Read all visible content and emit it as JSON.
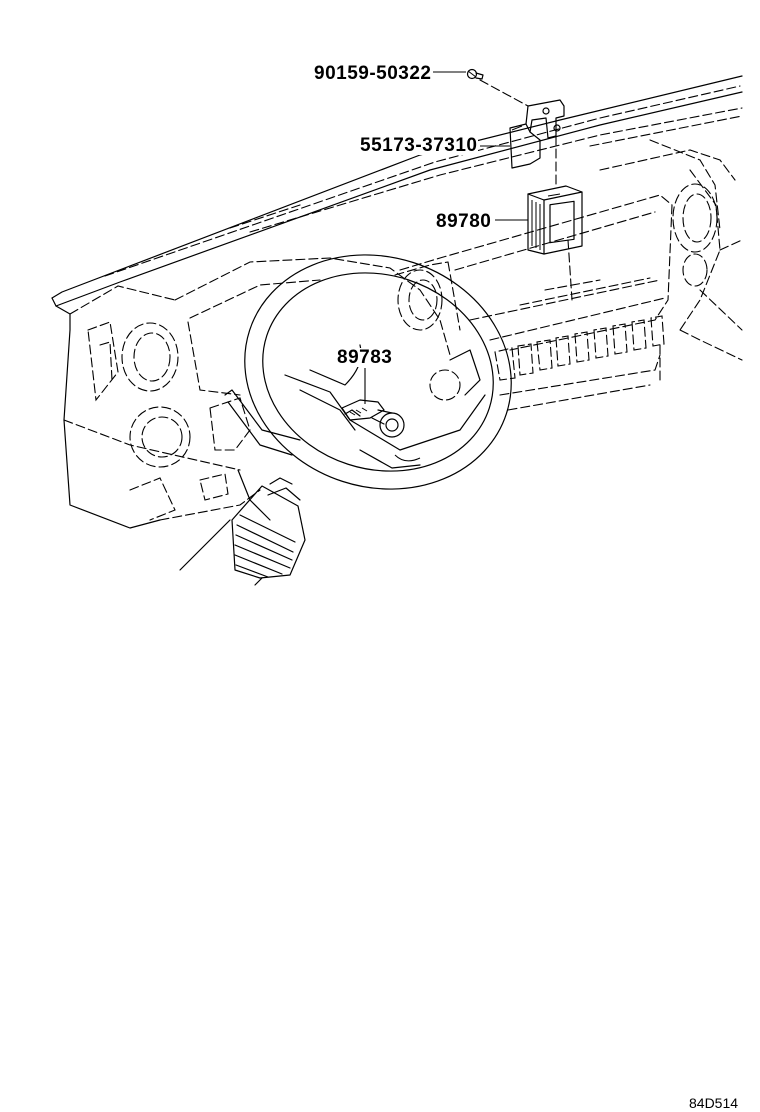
{
  "parts": [
    {
      "id": "bolt",
      "number": "90159-50322"
    },
    {
      "id": "bracket",
      "number": "55173-37310"
    },
    {
      "id": "computer",
      "number": "89780"
    },
    {
      "id": "transponder",
      "number": "89783"
    }
  ],
  "diagram_code": "84D514"
}
